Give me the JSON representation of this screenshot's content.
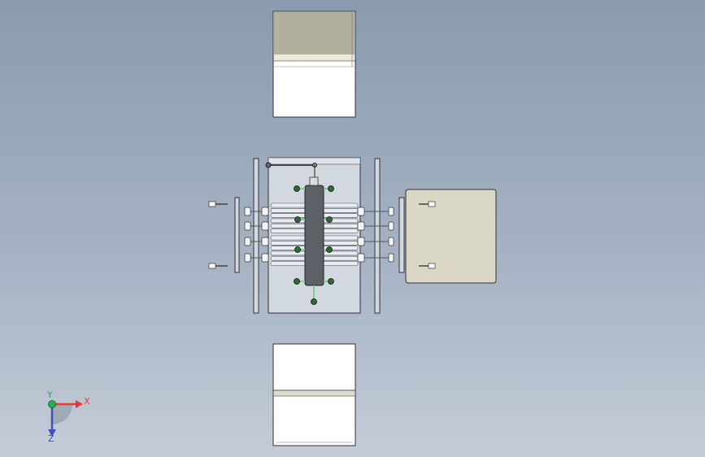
{
  "viewport": {
    "background_top": "#8a9bb0",
    "background_bottom": "#c4ccd7"
  },
  "model": {
    "panel_fill": "#ffffff",
    "panel_top_shade": "#b2af9c",
    "right_plate_fill": "#dad7c4",
    "frame_fill": "#d2d8e0",
    "tube_fill": "#e9edf2",
    "column_fill": "#5b6166",
    "fitting_color": "#2f6a36",
    "pipe_color": "#7ed08c",
    "outline_color": "#333333"
  },
  "triad": {
    "x_label": "X",
    "y_label": "Y",
    "z_label": "Z",
    "x_color": "#e53935",
    "y_color": "#22b14c",
    "z_color": "#3f51b5"
  }
}
